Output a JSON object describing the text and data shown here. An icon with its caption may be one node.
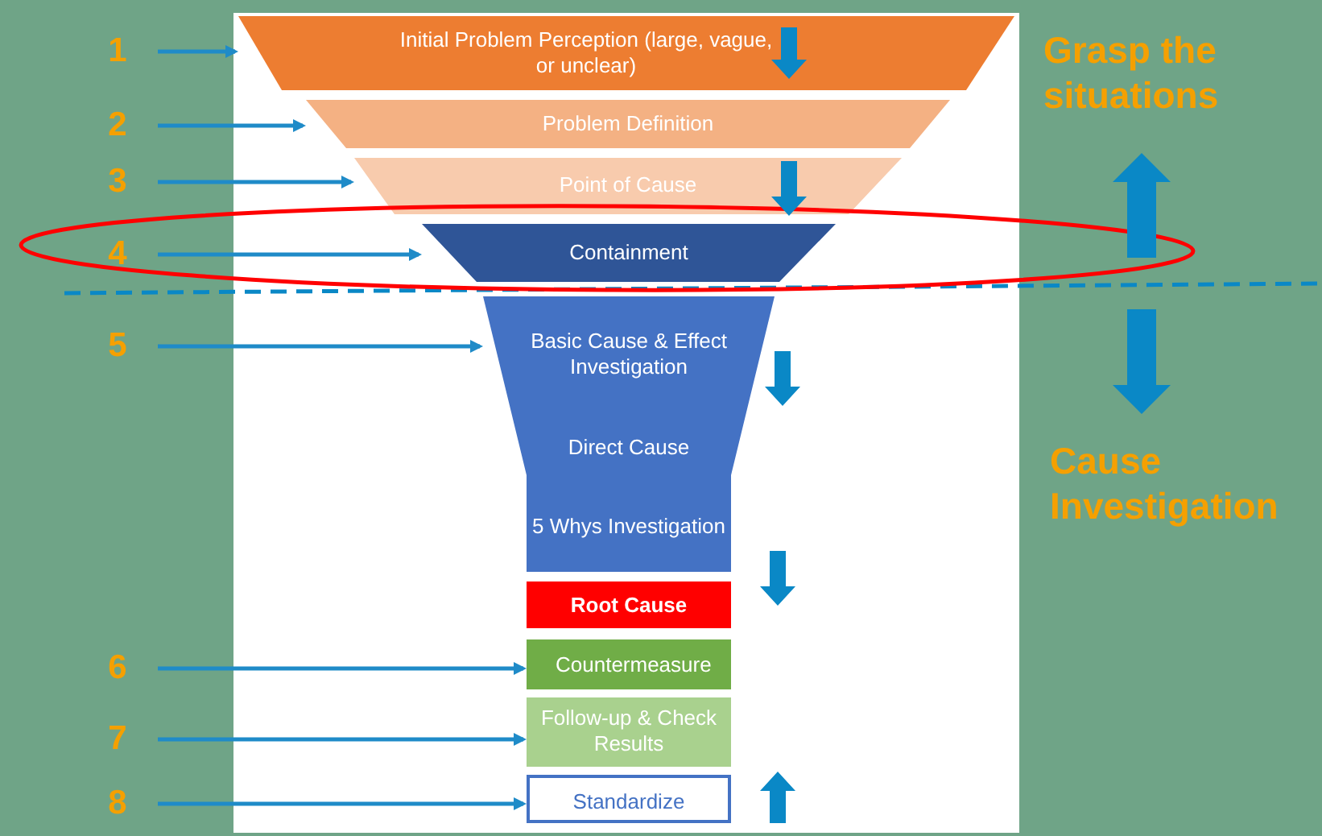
{
  "diagram": {
    "nodes": [
      {
        "text": [
          "1"
        ]
      },
      {
        "text": [
          "2"
        ]
      },
      {
        "text": [
          "3"
        ]
      },
      {
        "text": [
          "4"
        ]
      },
      {
        "text": [
          "5"
        ]
      },
      {
        "text": [
          "6"
        ]
      },
      {
        "text": [
          "7"
        ]
      },
      {
        "text": [
          "8"
        ]
      },
      {
        "text": [
          "Initial Problem Perception (large, vague, or unclear)"
        ]
      },
      {
        "text": [
          "Problem Definition"
        ]
      },
      {
        "text": [
          "Point of Cause"
        ]
      },
      {
        "text": [
          "Containment"
        ]
      },
      {
        "text": [
          "Basic Cause & Effect Investigation",
          "Direct Cause",
          "5 Whys Investigation"
        ]
      },
      {
        "text": [
          "Root Cause"
        ]
      },
      {
        "text": [
          "Countermeasure"
        ]
      },
      {
        "text": [
          "Follow-up & Check Results"
        ]
      },
      {
        "text": [
          "Standardize"
        ]
      }
    ],
    "edges": [
      {
        "from": 0,
        "to": 8,
        "arrow": "to"
      },
      {
        "from": 1,
        "to": 9,
        "arrow": "to"
      },
      {
        "from": 2,
        "to": 10,
        "arrow": "to"
      },
      {
        "from": 3,
        "to": 11,
        "arrow": "to"
      },
      {
        "from": 4,
        "to": 12,
        "arrow": "to"
      },
      {
        "from": 5,
        "to": 14,
        "arrow": "to"
      },
      {
        "from": 6,
        "to": 15,
        "arrow": "to"
      },
      {
        "from": 7,
        "to": 16,
        "arrow": "to"
      }
    ],
    "labels": [
      "Grasp the situations",
      "Cause Investigation"
    ]
  }
}
